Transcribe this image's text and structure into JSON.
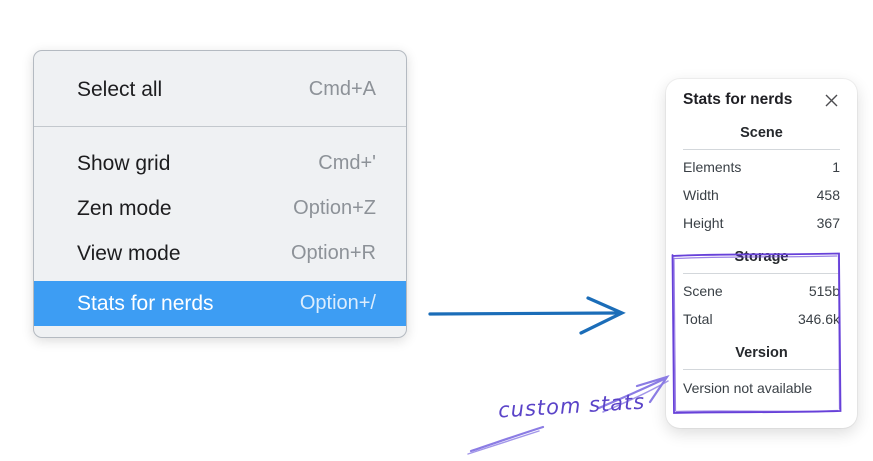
{
  "menu": {
    "items": [
      {
        "label": "Select all",
        "shortcut": "Cmd+A",
        "selected": false
      },
      {
        "label": "Show grid",
        "shortcut": "Cmd+'",
        "selected": false
      },
      {
        "label": "Zen mode",
        "shortcut": "Option+Z",
        "selected": false
      },
      {
        "label": "View mode",
        "shortcut": "Option+R",
        "selected": false
      },
      {
        "label": "Stats for nerds",
        "shortcut": "Option+/",
        "selected": true
      }
    ]
  },
  "panel": {
    "title": "Stats for nerds",
    "close_icon": "x-icon",
    "sections": [
      {
        "title": "Scene",
        "rows": [
          {
            "label": "Elements",
            "value": "1"
          },
          {
            "label": "Width",
            "value": "458"
          },
          {
            "label": "Height",
            "value": "367"
          }
        ]
      },
      {
        "title": "Storage",
        "rows": [
          {
            "label": "Scene",
            "value": "515b"
          },
          {
            "label": "Total",
            "value": "346.6k"
          }
        ]
      },
      {
        "title": "Version",
        "note": "Version not available"
      }
    ]
  },
  "annotation": {
    "text": "custom stats"
  },
  "colors": {
    "menu_background": "#eff1f3",
    "menu_highlight": "#3d9df3",
    "shortcut_gray": "#8d9298",
    "blue_arrow": "#1b6db8",
    "purple_box": "#6741d9",
    "purple_annotation": "#5a43c8",
    "purple_arrow": "#8b7ce4"
  }
}
